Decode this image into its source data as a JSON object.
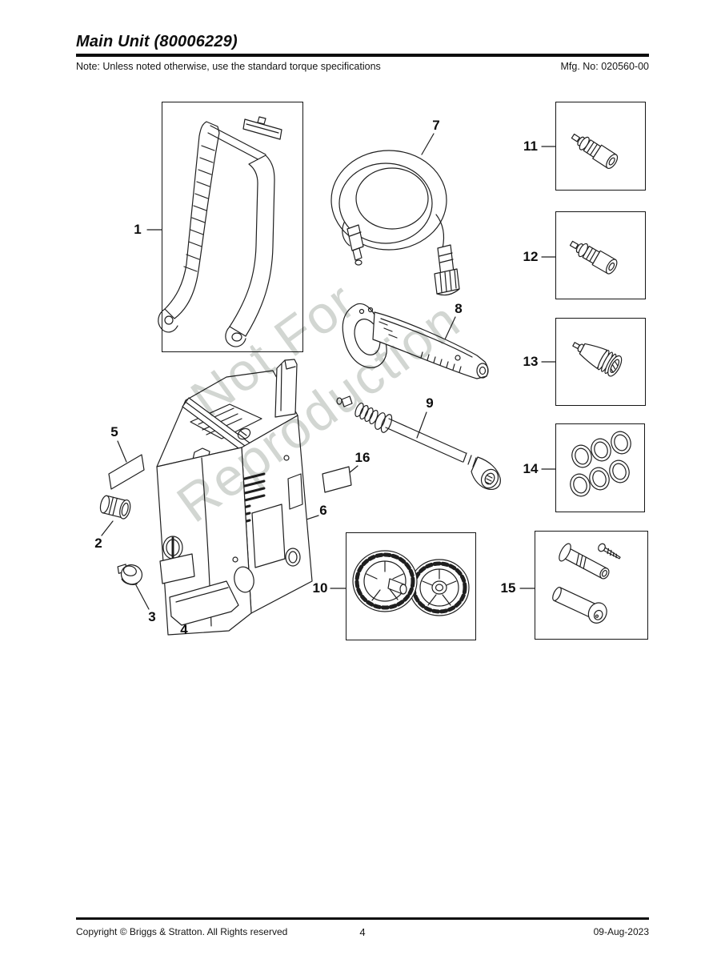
{
  "header": {
    "title": "Main Unit (80006229)",
    "note": "Note: Unless noted otherwise, use the standard torque specifications",
    "mfg_no": "Mfg. No: 020560-00"
  },
  "watermark": {
    "line1": "Not For",
    "line2": "Reproduction"
  },
  "callouts": [
    {
      "label": "1"
    },
    {
      "label": "2"
    },
    {
      "label": "3"
    },
    {
      "label": "4"
    },
    {
      "label": "5"
    },
    {
      "label": "6"
    },
    {
      "label": "7"
    },
    {
      "label": "8"
    },
    {
      "label": "9"
    },
    {
      "label": "10"
    },
    {
      "label": "11"
    },
    {
      "label": "12"
    },
    {
      "label": "13"
    },
    {
      "label": "14"
    },
    {
      "label": "15"
    },
    {
      "label": "16"
    }
  ],
  "footer": {
    "copyright": "Copyright ©  Briggs & Stratton. All Rights reserved",
    "page_number": "4",
    "date": "09-Aug-2023"
  }
}
